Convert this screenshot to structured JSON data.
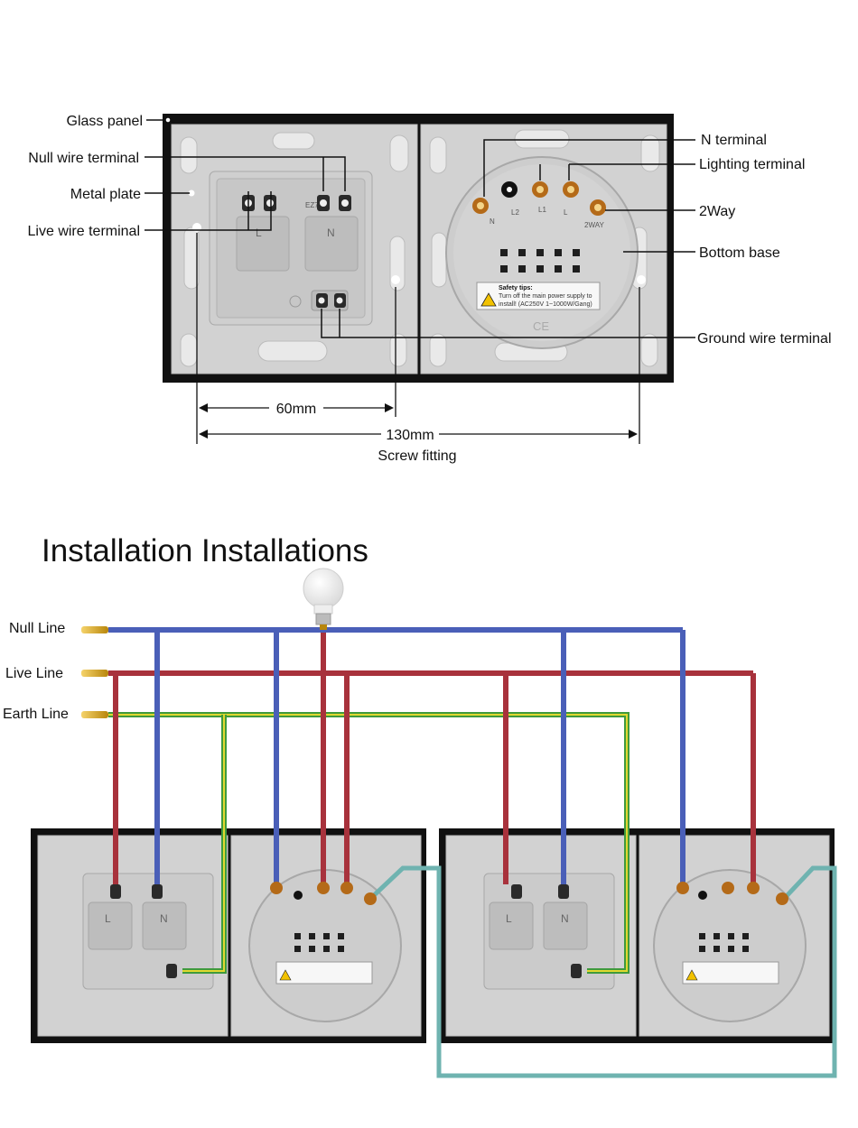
{
  "top_diagram": {
    "callouts_left": {
      "glass_panel": "Glass panel",
      "null_wire_terminal": "Null wire terminal",
      "metal_plate": "Metal plate",
      "live_wire_terminal": "Live wire terminal"
    },
    "callouts_right": {
      "n_terminal": "N terminal",
      "lighting_terminal": "Lighting terminal",
      "two_way": "2Way",
      "bottom_base": "Bottom base",
      "ground_wire_terminal": "Ground wire terminal"
    },
    "dimensions": {
      "socket_spacing": "60mm",
      "overall_spacing": "130mm",
      "caption": "Screw fitting"
    },
    "socket_labels": {
      "live": "L",
      "null": "N",
      "model": "EZ712"
    },
    "switch_pins": [
      "N",
      "L2",
      "L1",
      "L",
      "2WAY"
    ],
    "safety": {
      "title": "Safety tips:",
      "line1": "Turn off the main power supply to",
      "line2": "install! (AC250V 1~1000W/Gang)"
    },
    "mark": "CE"
  },
  "installation": {
    "heading": "Installation  Installations",
    "lines": {
      "null": "Null Line",
      "live": "Live Line",
      "earth": "Earth Line"
    },
    "wire_colors": {
      "null": "#4a5fb8",
      "live": "#a8323c",
      "earth_green": "#3f9a3c",
      "earth_yellow": "#e0d830",
      "traveler": "#6fb3b0"
    }
  }
}
